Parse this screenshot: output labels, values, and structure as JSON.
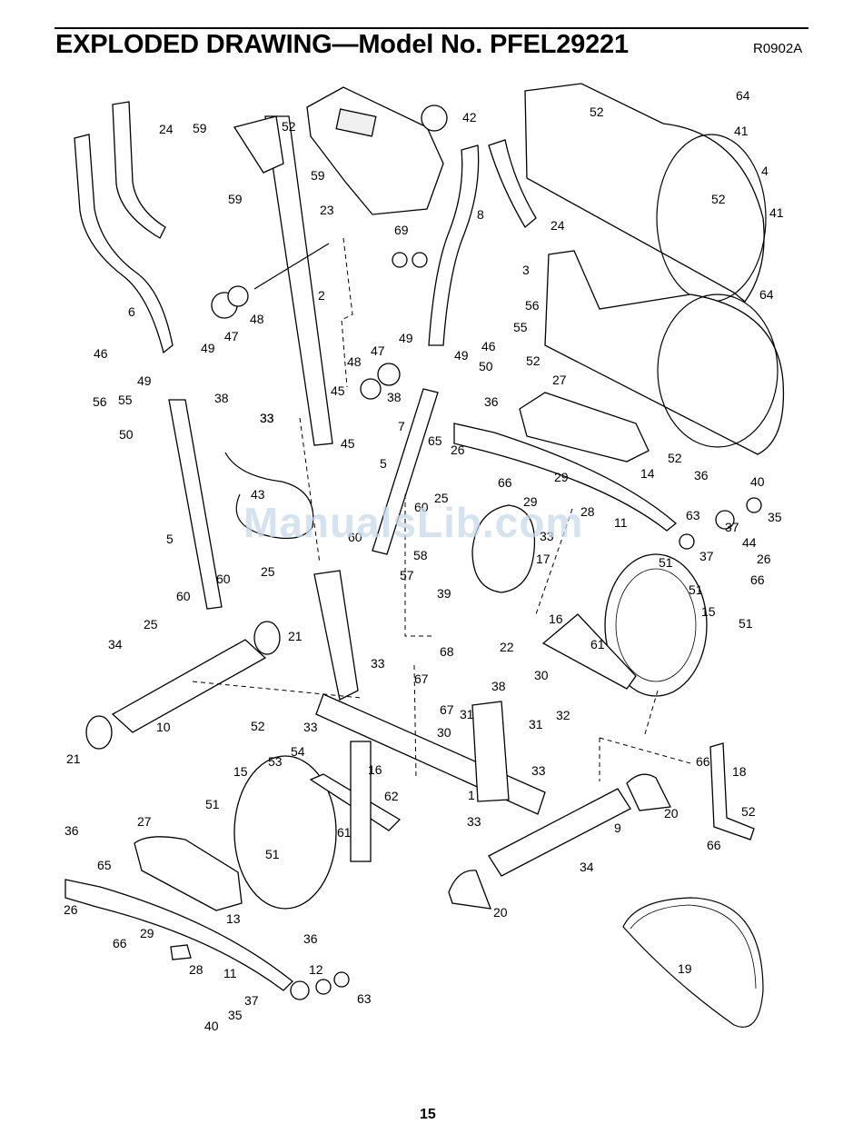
{
  "header": {
    "title": "EXPLODED DRAWING—Model No. PFEL29221",
    "code": "R0902A"
  },
  "watermark": "ManualsLib.com",
  "page_number": "15",
  "part_labels": [
    "1",
    "2",
    "3",
    "4",
    "5",
    "5",
    "6",
    "7",
    "8",
    "9",
    "10",
    "11",
    "11",
    "12",
    "13",
    "14",
    "15",
    "15",
    "16",
    "16",
    "17",
    "18",
    "19",
    "20",
    "20",
    "21",
    "21",
    "22",
    "23",
    "24",
    "24",
    "25",
    "25",
    "25",
    "26",
    "26",
    "26",
    "27",
    "27",
    "28",
    "28",
    "29",
    "29",
    "29",
    "30",
    "30",
    "31",
    "31",
    "32",
    "33",
    "33",
    "33",
    "33",
    "33",
    "33",
    "33",
    "34",
    "34",
    "35",
    "35",
    "36",
    "36",
    "36",
    "36",
    "37",
    "37",
    "37",
    "38",
    "38",
    "38",
    "39",
    "40",
    "40",
    "41",
    "41",
    "42",
    "43",
    "44",
    "45",
    "45",
    "46",
    "46",
    "47",
    "47",
    "48",
    "48",
    "49",
    "49",
    "49",
    "49",
    "50",
    "50",
    "51",
    "51",
    "51",
    "51",
    "51",
    "52",
    "52",
    "52",
    "52",
    "52",
    "52",
    "52",
    "53",
    "54",
    "55",
    "55",
    "56",
    "56",
    "57",
    "58",
    "59",
    "59",
    "59",
    "60",
    "60",
    "60",
    "60",
    "61",
    "61",
    "62",
    "63",
    "63",
    "64",
    "64",
    "65",
    "65",
    "66",
    "66",
    "66",
    "66",
    "66",
    "67",
    "67",
    "68",
    "69"
  ]
}
